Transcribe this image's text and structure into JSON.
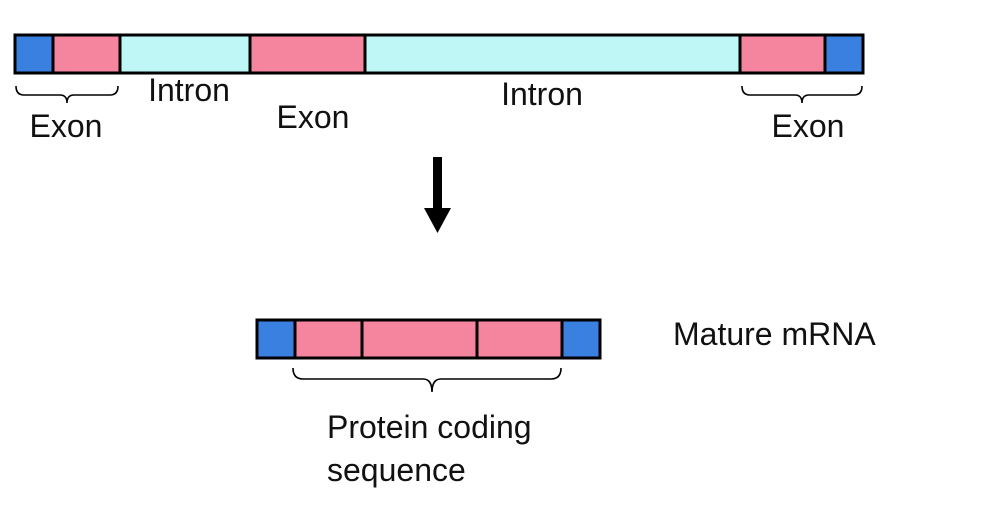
{
  "colors": {
    "utr": "#3a80e0",
    "exon": "#f5849f",
    "intron": "#bff7f7",
    "outline": "#000000"
  },
  "gene": {
    "segments": [
      {
        "kind": "utr"
      },
      {
        "kind": "exon"
      },
      {
        "kind": "intron",
        "label": "Intron"
      },
      {
        "kind": "exon"
      },
      {
        "kind": "intron",
        "label": "Intron"
      },
      {
        "kind": "exon"
      },
      {
        "kind": "utr"
      }
    ],
    "exon_labels": [
      "Exon",
      "Exon",
      "Exon"
    ]
  },
  "arrow": {
    "icon": "down-arrow-icon"
  },
  "mrna": {
    "segments": [
      {
        "kind": "utr"
      },
      {
        "kind": "exon"
      },
      {
        "kind": "exon"
      },
      {
        "kind": "exon"
      },
      {
        "kind": "utr"
      }
    ],
    "label": "Mature mRNA",
    "cds_label_line1": "Protein coding",
    "cds_label_line2": "sequence"
  }
}
